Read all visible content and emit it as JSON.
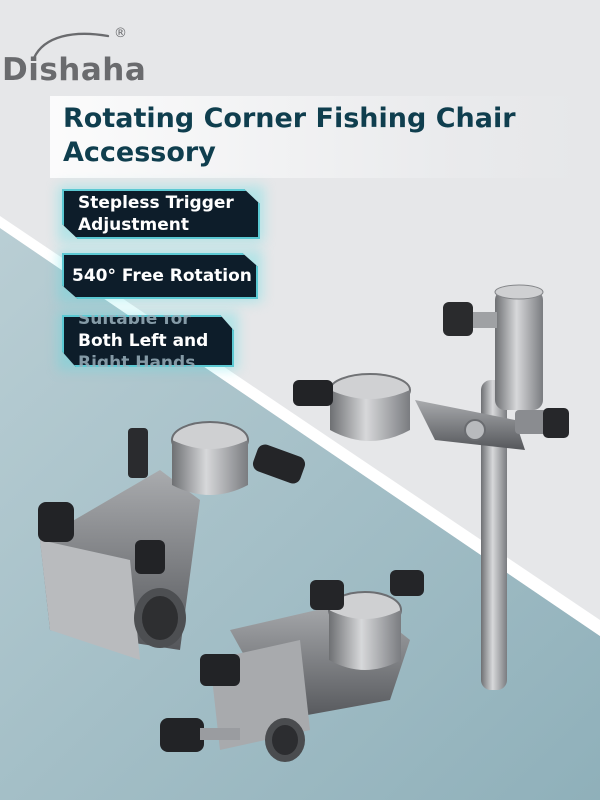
{
  "brand": {
    "name": "Dishaha",
    "registered_mark": "®"
  },
  "headline": {
    "line1": "Rotating Corner Fishing Chair",
    "line2": "Accessory"
  },
  "features": [
    {
      "lines": [
        "Stepless Trigger",
        "Adjustment"
      ]
    },
    {
      "lines": [
        "540° Free Rotation"
      ]
    },
    {
      "lines": [
        "Suitable for",
        "Both Left and",
        "Right Hands"
      ]
    }
  ],
  "colors": {
    "headline": "#0f3e4e",
    "badge_bg": "#0d1d2a",
    "badge_border": "#5cc9d3",
    "brand_gray": "#6a6b6e",
    "bg_light": "#e6e7e9",
    "bg_teal": "#a6c0c8"
  }
}
